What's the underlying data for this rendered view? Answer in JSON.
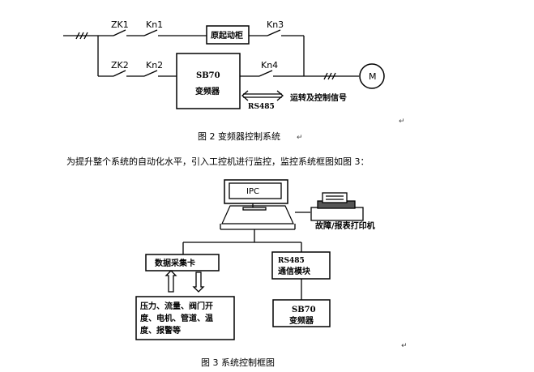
{
  "figure2": {
    "switches": {
      "zk1": "ZK1",
      "kn1": "Kn1",
      "zk2": "ZK2",
      "kn2": "Kn2",
      "kn3": "Kn3",
      "kn4": "Kn4"
    },
    "soft_starter": "原起动柜",
    "inverter_line1": "SB70",
    "inverter_line2": "变频器",
    "rs485": "RS485",
    "signal_label": "运转及控制信号",
    "motor": "M",
    "caption": "图 2  变频器控制系统"
  },
  "paragraph": "为提升整个系统的自动化水平，引入工控机进行监控，监控系统框图如图 3：",
  "figure3": {
    "ipc_screen": "IPC",
    "printer_label": "故障/报表打印机",
    "daq_card": "数据采集卡",
    "comm_line1": "RS485",
    "comm_line2": "通信模块",
    "sensors_line1": "压力、流量、阀门开",
    "sensors_line2": "度、电机、管道、温",
    "sensors_line3": "度、报警等",
    "inverter_line1": "SB70",
    "inverter_line2": "变频器",
    "caption": "图 3    系统控制框图"
  },
  "marks": {
    "para_mark": "↵"
  }
}
